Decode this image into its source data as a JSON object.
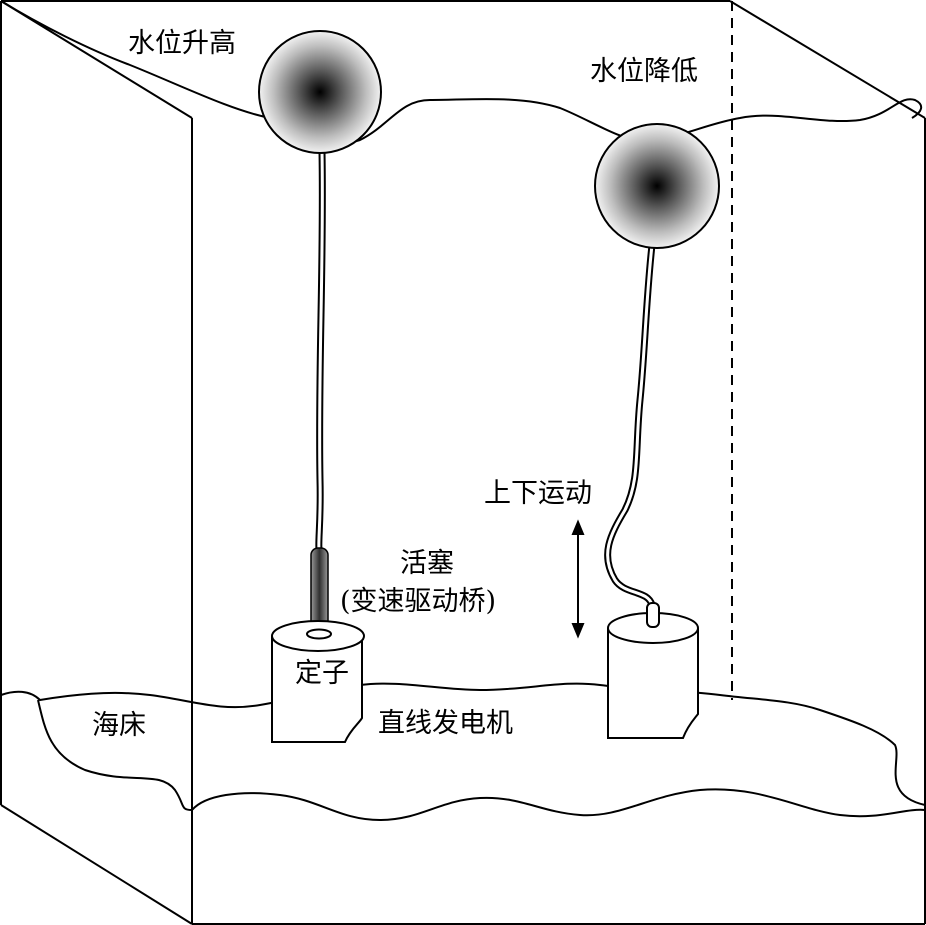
{
  "labels": {
    "water_rise": "水位升高",
    "water_fall": "水位降低",
    "up_down_motion": "上下运动",
    "piston": "活塞",
    "piston_sub": "(变速驱动桥)",
    "stator": "定子",
    "seabed": "海床",
    "linear_generator": "直线发电机"
  },
  "colors": {
    "line": "#000000",
    "background": "#ffffff",
    "buoy_center": "#000000",
    "buoy_edge": "#f2f2f2",
    "rod_shade": "#444444"
  },
  "icons": {
    "motion_arrow": "double-headed-vertical-arrow"
  }
}
